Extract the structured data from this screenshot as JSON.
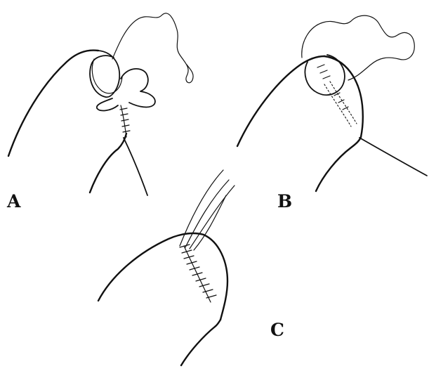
{
  "panels": [
    {
      "id": "A",
      "label": "A",
      "depicts": "suture-through-tissue"
    },
    {
      "id": "B",
      "label": "B",
      "depicts": "tied-suture-closure"
    },
    {
      "id": "C",
      "label": "C",
      "depicts": "completed-running-suture"
    }
  ],
  "colors": {
    "ink": "#111111",
    "background": "#ffffff"
  }
}
